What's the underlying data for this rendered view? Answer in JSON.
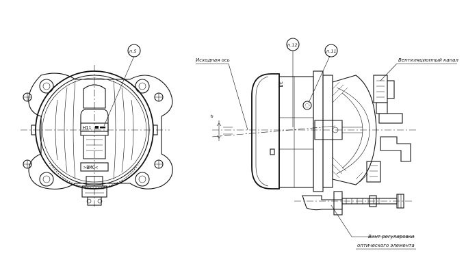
{
  "callouts": {
    "p5": "п.5",
    "p12": "п.12",
    "p11": "п.11"
  },
  "labels": {
    "reference_axis": "Исходная ось",
    "vent_channel": "Вентиляционный канал",
    "screw_line1": "Винт регулировки",
    "screw_line2": "оптического элемента"
  },
  "markings": {
    "bulb_type": "H11",
    "material": ">ВМС<",
    "side_mark": "ЭД",
    "angle_mark": "α"
  }
}
